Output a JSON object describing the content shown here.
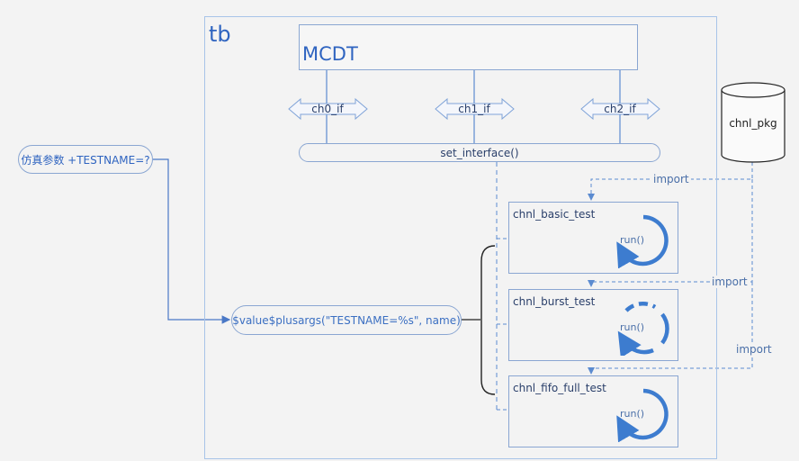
{
  "tb": {
    "label": "tb"
  },
  "mcdt": {
    "label": "MCDT"
  },
  "channels": [
    {
      "label": "ch0_if"
    },
    {
      "label": "ch1_if"
    },
    {
      "label": "ch2_if"
    }
  ],
  "set_interface": {
    "label": "set_interface()"
  },
  "sim_param": {
    "label": "仿真参数 +TESTNAME=?"
  },
  "plusargs": {
    "label": "$value$plusargs(\"TESTNAME=%s\", name)"
  },
  "package": {
    "label": "chnl_pkg"
  },
  "imports": [
    {
      "label": "import"
    },
    {
      "label": "import"
    },
    {
      "label": "import"
    }
  ],
  "tests": [
    {
      "name": "chnl_basic_test",
      "run": "run()"
    },
    {
      "name": "chnl_burst_test",
      "run": "run()"
    },
    {
      "name": "chnl_fifo_full_test",
      "run": "run()"
    }
  ],
  "colors": {
    "accent": "#3b6fc2",
    "line": "#7fa3d8",
    "dashed": "#5b8bd0",
    "arc": "#3d7ccf"
  }
}
